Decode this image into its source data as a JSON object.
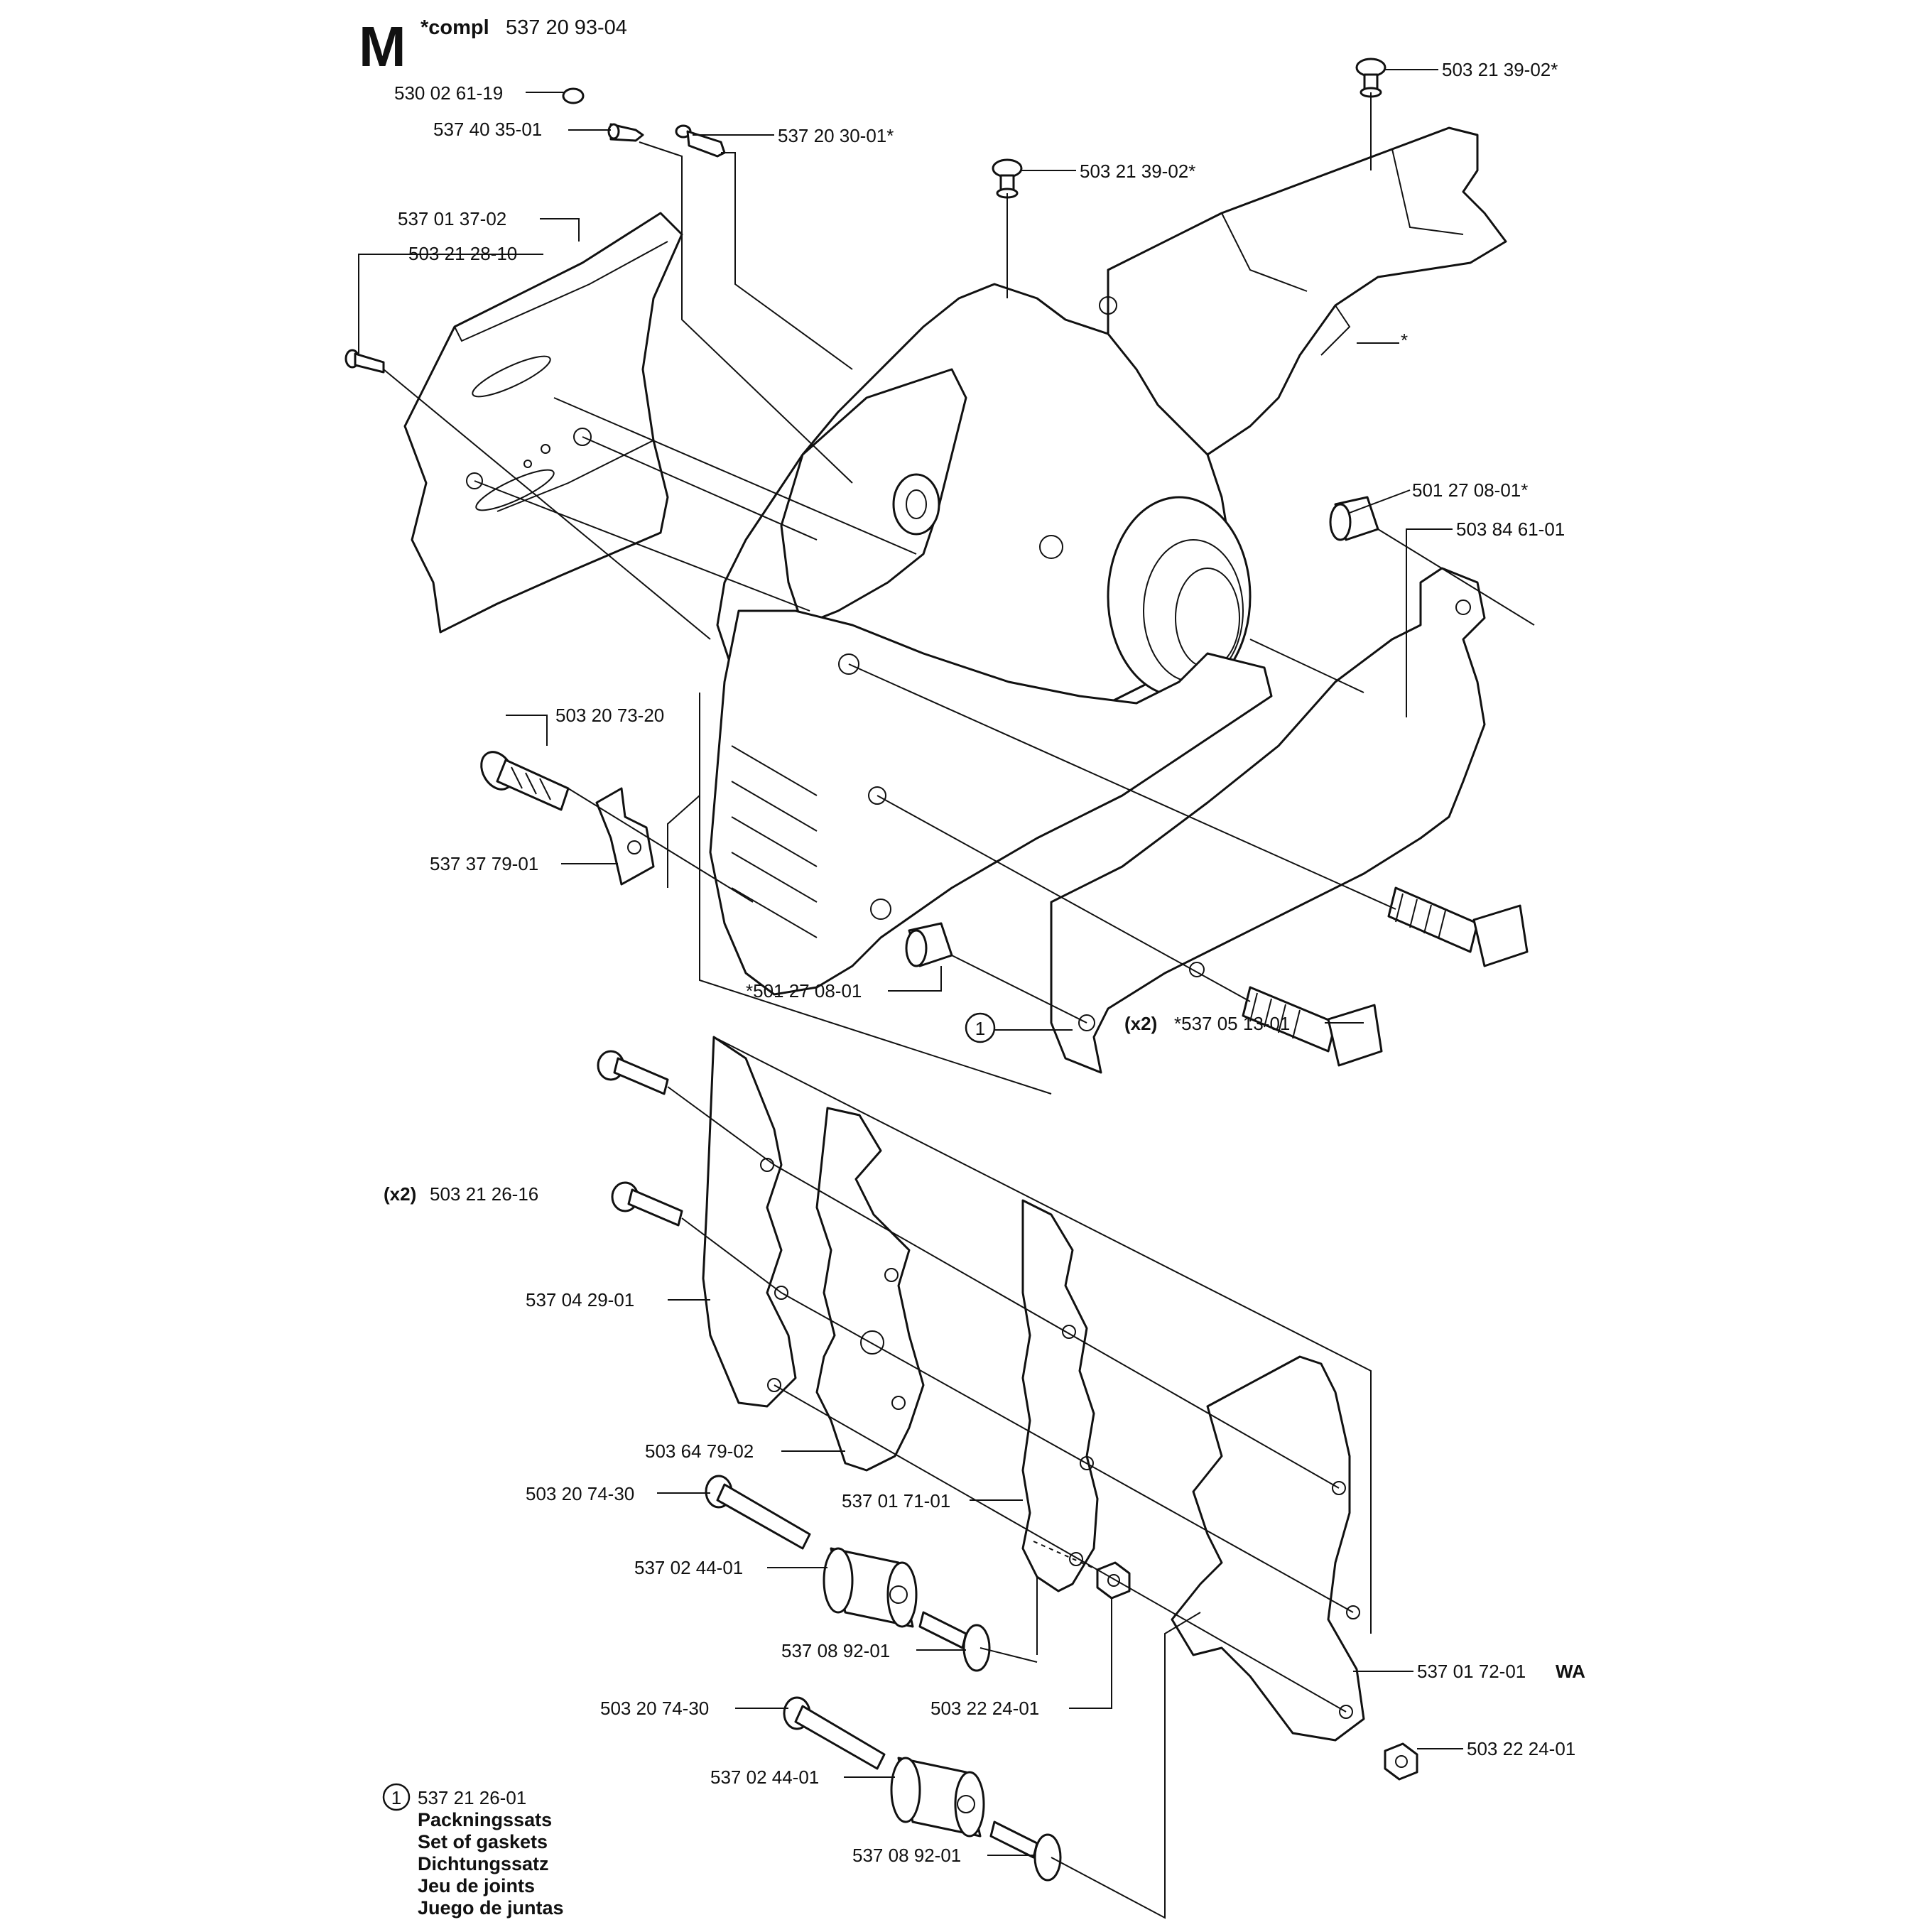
{
  "header": {
    "letter": "M",
    "compl_prefix": "*compl",
    "compl_number": "537 20 93-04"
  },
  "labels": {
    "l_530026119": "530 02 61-19",
    "l_537403501": "537 40 35-01",
    "l_537203001": "537 20 30-01*",
    "l_503213902_top": "503 21 39-02*",
    "l_503213902_mid": "503 21 39-02*",
    "l_537013702": "537 01 37-02",
    "l_503212810": "503 21 28-10",
    "l_star": "*",
    "l_501270801_r": "501 27 08-01*",
    "l_503846101": "503 84 61-01",
    "l_503207320": "503 20 73-20",
    "l_537377901": "537 37 79-01",
    "l_501270801_l": "*501 27 08-01",
    "l_circle_1": "1",
    "l_x2_a": "(x2)",
    "l_537051301": "*537 05 13-01",
    "l_x2_b": "(x2)",
    "l_503212616": "503 21 26-16",
    "l_537042901": "537 04 29-01",
    "l_503647902": "503 64 79-02",
    "l_503207430_a": "503 20 74-30",
    "l_537017101": "537 01 71-01",
    "l_537024401_a": "537 02 44-01",
    "l_537089201_a": "537 08 92-01",
    "l_537017201": "537 01 72-01",
    "l_wa": "WA",
    "l_503207430_b": "503 20 74-30",
    "l_503222401_a": "503 22 24-01",
    "l_503222401_b": "503 22 24-01",
    "l_537024401_b": "537 02 44-01",
    "l_537089201_b": "537 08 92-01"
  },
  "legend": {
    "circle": "1",
    "number": "537 21 26-01",
    "lines": [
      "Packningssats",
      "Set of gaskets",
      "Dichtungssatz",
      "Jeu de joints",
      "Juego de juntas"
    ]
  }
}
